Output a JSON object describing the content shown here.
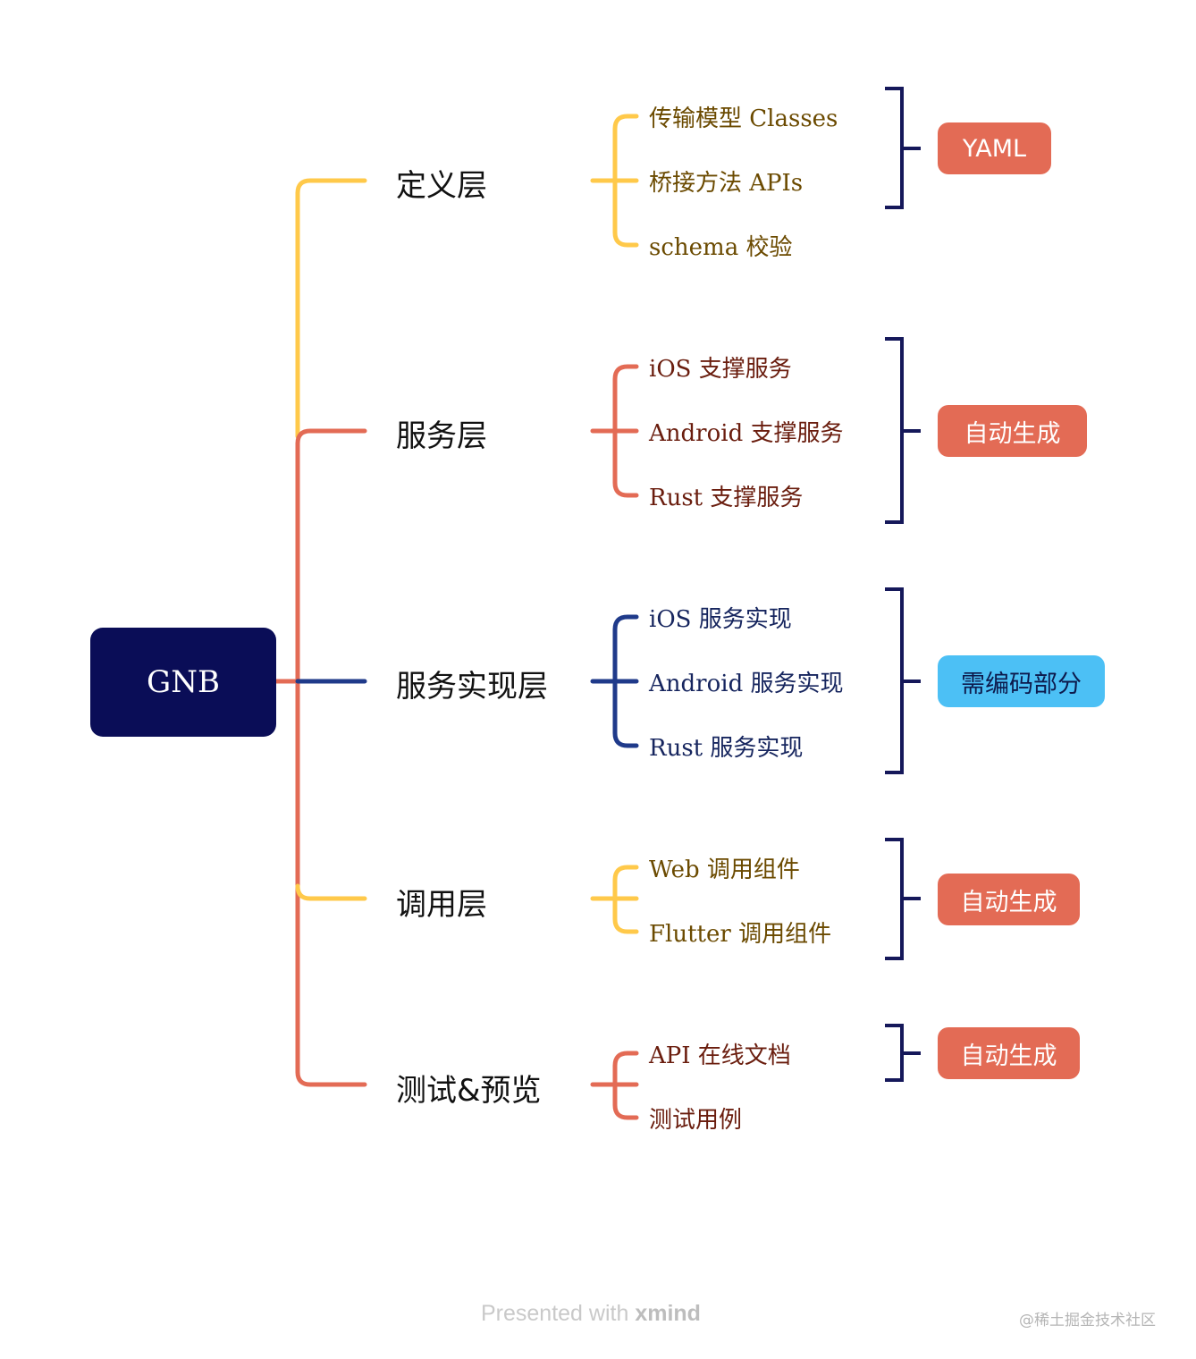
{
  "root": {
    "label": "GNB"
  },
  "colors": {
    "yellow": "#ffc94a",
    "red": "#e36b55",
    "blue": "#1f3a8a",
    "bracket": "#15185a",
    "root_bg": "#0a0d57",
    "tag_red": "#e36b55",
    "tag_blue": "#4cc0f5"
  },
  "layers": [
    {
      "label": "定义层",
      "color": "yellow",
      "children": [
        "传输模型 Classes",
        "桥接方法 APIs",
        "schema 校验"
      ],
      "tag": {
        "label": "YAML",
        "style": "red"
      }
    },
    {
      "label": "服务层",
      "color": "red",
      "children": [
        "iOS 支撑服务",
        "Android 支撑服务",
        "Rust 支撑服务"
      ],
      "tag": {
        "label": "自动生成",
        "style": "red"
      }
    },
    {
      "label": "服务实现层",
      "color": "blue",
      "children": [
        "iOS 服务实现",
        "Android 服务实现",
        "Rust 服务实现"
      ],
      "tag": {
        "label": "需编码部分",
        "style": "blue"
      }
    },
    {
      "label": "调用层",
      "color": "yellow",
      "children": [
        "Web 调用组件",
        "Flutter 调用组件"
      ],
      "tag": {
        "label": "自动生成",
        "style": "red"
      }
    },
    {
      "label": "测试&预览",
      "color": "red",
      "children": [
        "API 在线文档",
        "测试用例"
      ],
      "tag": {
        "label": "自动生成",
        "style": "red"
      }
    }
  ],
  "footer": {
    "presented": "Presented with",
    "brand": "xmind"
  },
  "watermark": "@稀土掘金技术社区"
}
